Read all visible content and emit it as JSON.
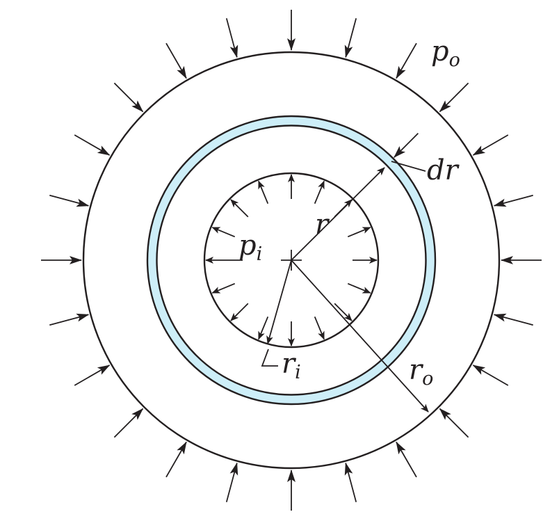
{
  "labels": {
    "p_outer": {
      "base": "p",
      "sub": "o"
    },
    "p_inner": {
      "base": "p",
      "sub": "i"
    },
    "r": {
      "base": "r"
    },
    "dr": {
      "base": "dr"
    },
    "r_inner": {
      "base": "r",
      "sub": "i"
    },
    "r_outer": {
      "base": "r",
      "sub": "o"
    }
  },
  "colors": {
    "line": "#231f20",
    "element_ring_fill": "#cdeef8"
  }
}
